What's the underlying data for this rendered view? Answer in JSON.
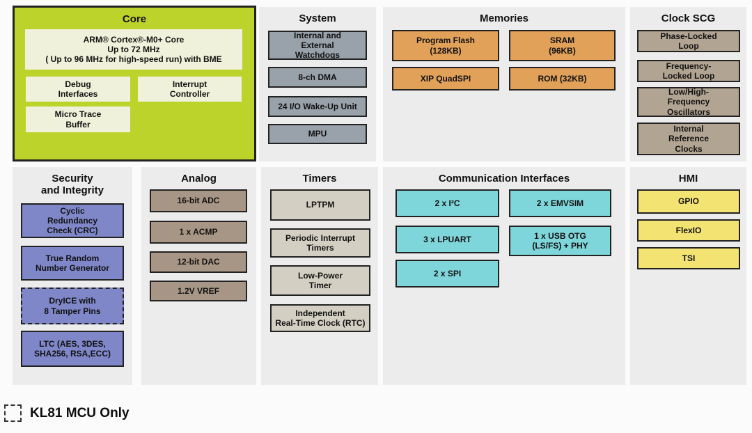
{
  "colors": {
    "page-bg": "#fbfbfb",
    "panel-gray": "#ececec",
    "border-dark": "#222222",
    "text-dark": "#1a1a1a",
    "core-green": "#bcd32b",
    "core-block": "#f0f1da",
    "system-gray": "#99a2ab",
    "memories-orange": "#e2a159",
    "clock-tan": "#b2a492",
    "security-purple": "#7f87c9",
    "analog-brown": "#a79685",
    "timers-beige": "#d3cfc3",
    "comm-cyan": "#7fd6da",
    "hmi-yellow": "#f3e372"
  },
  "panels": {
    "core": {
      "title": "Core",
      "blocks": {
        "main": "ARM® Cortex®-M0+ Core\nUp to 72 MHz\n( Up to 96 MHz for high-speed run) with BME",
        "debug": "Debug\nInterfaces",
        "interrupt": "Interrupt\nController",
        "mtb": "Micro Trace\nBuffer"
      }
    },
    "system": {
      "title": "System",
      "blocks": [
        "Internal and\nExternal\nWatchdogs",
        "8-ch DMA",
        "24 I/O Wake-Up Unit",
        "MPU"
      ]
    },
    "memories": {
      "title": "Memories",
      "blocks": [
        "Program Flash\n(128KB)",
        "SRAM\n(96KB)",
        "XIP QuadSPI",
        "ROM (32KB)"
      ]
    },
    "clock_scg": {
      "title": "Clock SCG",
      "blocks": [
        "Phase-Locked\nLoop",
        "Frequency-\nLocked Loop",
        "Low/High-\nFrequency\nOscillators",
        "Internal\nReference\nClocks"
      ]
    },
    "security": {
      "title": "Security\nand Integrity",
      "blocks": [
        "Cyclic\nRedundancy\nCheck (CRC)",
        "True Random\nNumber Generator",
        "DryICE with\n8 Tamper Pins",
        "LTC (AES, 3DES,\nSHA256, RSA,ECC)"
      ]
    },
    "analog": {
      "title": "Analog",
      "blocks": [
        "16-bit ADC",
        "1 x ACMP",
        "12-bit DAC",
        "1.2V VREF"
      ]
    },
    "timers": {
      "title": "Timers",
      "blocks": [
        "LPTPM",
        "Periodic Interrupt\nTimers",
        "Low-Power\nTimer",
        "Independent\nReal-Time Clock (RTC)"
      ]
    },
    "communication": {
      "title": "Communication Interfaces",
      "blocks": [
        "2 x I²C",
        "2 x EMVSIM",
        "3 x LPUART",
        "1 x USB OTG\n(LS/FS) + PHY",
        "2 x SPI"
      ]
    },
    "hmi": {
      "title": "HMI",
      "blocks": [
        "GPIO",
        "FlexIO",
        "TSI"
      ]
    }
  },
  "legend": {
    "label": "KL81 MCU Only"
  }
}
